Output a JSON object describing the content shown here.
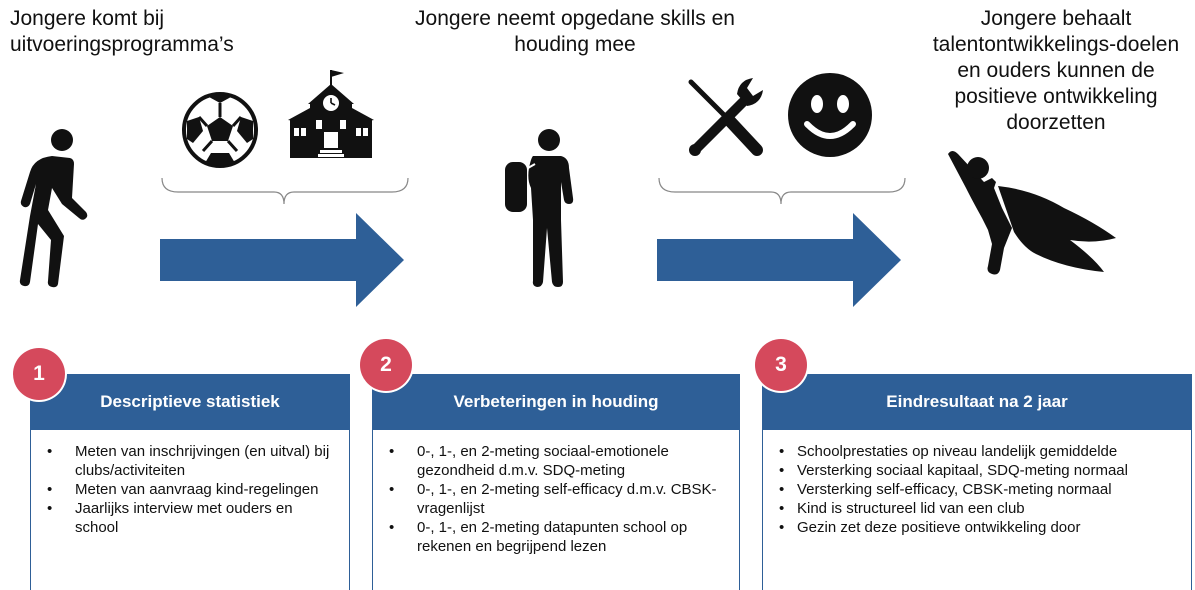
{
  "steps": [
    {
      "headline": "Jongere komt bij uitvoeringsprogramma’s"
    },
    {
      "headline": "Jongere neemt opgedane skills en houding mee"
    },
    {
      "headline": "Jongere behaalt talentontwikkelings-doelen en ouders kunnen de positieve ontwikkeling doorzetten"
    }
  ],
  "boxes": [
    {
      "number": "1",
      "title": "Descriptieve statistiek",
      "items": [
        "Meten van inschrijvingen (en uitval) bij clubs/activiteiten",
        "Meten van aanvraag kind-regelingen",
        "Jaarlijks interview met ouders en school"
      ]
    },
    {
      "number": "2",
      "title": "Verbeteringen in houding",
      "items": [
        "0-, 1-, en 2-meting sociaal-emotionele gezondheid d.m.v. SDQ-meting",
        "0-, 1-, en 2-meting self-efficacy d.m.v. CBSK-vragenlijst",
        "0-, 1-, en 2-meting datapunten school op rekenen en begrijpend lezen"
      ]
    },
    {
      "number": "3",
      "title": "Eindresultaat na 2 jaar",
      "items": [
        "Schoolprestaties op niveau landelijk gemiddelde",
        "Versterking sociaal kapitaal, SDQ-meting normaal",
        "Versterking self-efficacy, CBSK-meting normaal",
        "Kind is structureel lid van een club",
        "Gezin zet deze positieve ontwikkeling door"
      ]
    }
  ],
  "colors": {
    "arrow": "#2e5f97",
    "badge": "#d5495c",
    "header": "#2e5f97"
  },
  "icons": [
    "walking-person-icon",
    "soccer-ball-icon",
    "school-icon",
    "tools-icon",
    "smiley-icon",
    "student-backpack-icon",
    "superhero-icon"
  ]
}
